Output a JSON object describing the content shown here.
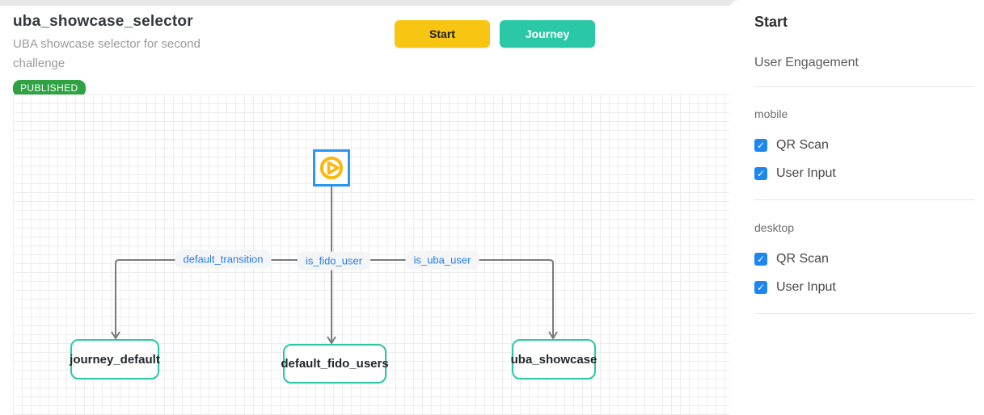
{
  "header": {
    "title": "uba_showcase_selector",
    "subtitle": "UBA showcase selector for second challenge",
    "status_badge": "PUBLISHED",
    "buttons": [
      {
        "label": "Start"
      },
      {
        "label": "Journey"
      }
    ]
  },
  "canvas": {
    "start_node": {
      "icon": "play-icon"
    },
    "edges": [
      {
        "label": "default_transition"
      },
      {
        "label": "is_fido_user"
      },
      {
        "label": "is_uba_user"
      }
    ],
    "nodes": [
      {
        "label": "journey_default"
      },
      {
        "label": "default_fido_users"
      },
      {
        "label": "uba_showcase"
      }
    ]
  },
  "sidebar": {
    "title": "Start",
    "subtitle": "User Engagement",
    "sections": [
      {
        "label": "mobile",
        "options": [
          {
            "label": "QR Scan",
            "checked": true
          },
          {
            "label": "User Input",
            "checked": true
          }
        ]
      },
      {
        "label": "desktop",
        "options": [
          {
            "label": "QR Scan",
            "checked": true
          },
          {
            "label": "User Input",
            "checked": true
          }
        ]
      }
    ]
  },
  "icons": {
    "check_glyph": "✓"
  },
  "colors": {
    "accent_yellow": "#f8c513",
    "accent_teal": "#2bc8a7",
    "badge_green": "#2fa344",
    "node_blue": "#2b95f5",
    "icon_yellow": "#fcb70a",
    "label_blue": "#2a7de0",
    "checkbox_blue": "#1d86f0",
    "line_gray": "#7b7b7b",
    "grid_line": "#ededed",
    "strip_gray": "#e8e8e8",
    "divider": "#e4e4e4"
  }
}
